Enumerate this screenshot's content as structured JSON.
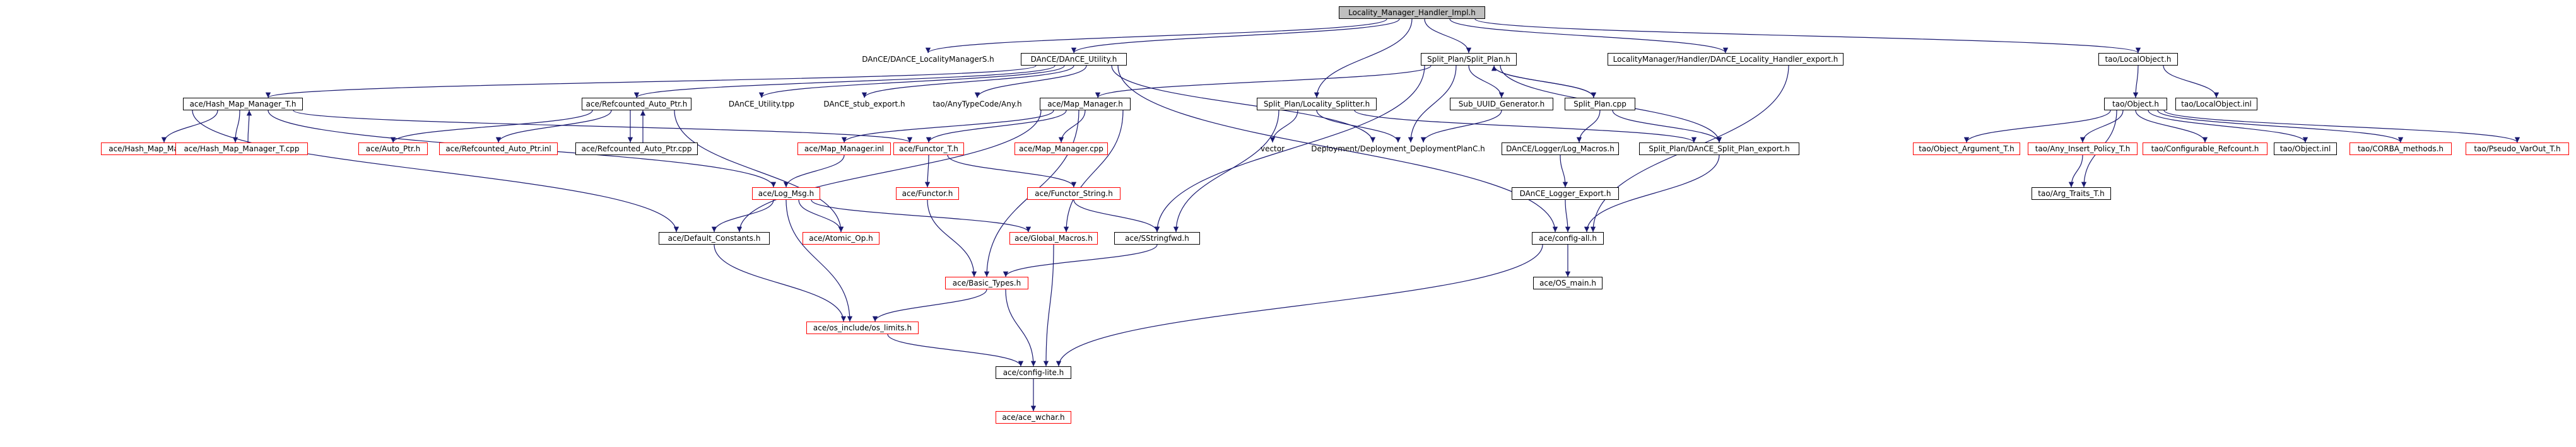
{
  "colors": {
    "edge": "#191970",
    "edge_dark": "#000080",
    "missing_border": "#ff0000",
    "root_fill": "#bfbfbf"
  },
  "nodes": {
    "root": "Locality_Manager_Handler_Impl.h",
    "lmanager_s": "DAnCE/DAnCE_LocalityManagerS.h",
    "dance_utility": "DAnCE/DAnCE_Utility.h",
    "split_plan": "Split_Plan/Split_Plan.h",
    "lm_export": "LocalityManager/Handler/DAnCE_Locality_Handler_export.h",
    "local_object": "tao/LocalObject.h",
    "hash_map_manager_t": "ace/Hash_Map_Manager_T.h",
    "refcounted_auto_ptr": "ace/Refcounted_Auto_Ptr.h",
    "dance_utility_tpp": "DAnCE_Utility.tpp",
    "dance_stub_export": "DAnCE_stub_export.h",
    "anytypecode": "tao/AnyTypeCode/Any.h",
    "map_manager": "ace/Map_Manager.h",
    "locality_splitter": "Split_Plan/Locality_Splitter.h",
    "sub_uuid": "Sub_UUID_Generator.h",
    "split_plan_cpp": "Split_Plan.cpp",
    "tao_object": "tao/Object.h",
    "local_object_inl": "tao/LocalObject.inl",
    "hash_map_manager_inl": "ace/Hash_Map_Manager_T.inl",
    "hash_map_manager_cpp": "ace/Hash_Map_Manager_T.cpp",
    "auto_ptr": "ace/Auto_Ptr.h",
    "refcounted_auto_ptr_inl": "ace/Refcounted_Auto_Ptr.inl",
    "refcounted_auto_ptr_cpp": "ace/Refcounted_Auto_Ptr.cpp",
    "map_manager_inl": "ace/Map_Manager.inl",
    "functor_t": "ace/Functor_T.h",
    "map_manager_cpp": "ace/Map_Manager.cpp",
    "vector": "vector",
    "deployment_planc": "Deployment/Deployment_DeploymentPlanC.h",
    "log_macros": "DAnCE/Logger/Log_Macros.h",
    "split_plan_export": "Split_Plan/DAnCE_Split_Plan_export.h",
    "object_argument_t": "tao/Object_Argument_T.h",
    "any_insert_policy_t": "tao/Any_Insert_Policy_T.h",
    "configurable_refcount": "tao/Configurable_Refcount.h",
    "object_inl": "tao/Object.inl",
    "corba_methods": "tao/CORBA_methods.h",
    "pseudo_varout_t": "tao/Pseudo_VarOut_T.h",
    "log_msg": "ace/Log_Msg.h",
    "functor": "ace/Functor.h",
    "functor_string": "ace/Functor_String.h",
    "dance_logger_export": "DAnCE_Logger_Export.h",
    "arg_traits_t": "tao/Arg_Traits_T.h",
    "default_constants": "ace/Default_Constants.h",
    "atomic_op": "ace/Atomic_Op.h",
    "global_macros": "ace/Global_Macros.h",
    "sstringfwd": "ace/SStringfwd.h",
    "config_all": "ace/config-all.h",
    "basic_types": "ace/Basic_Types.h",
    "os_main": "ace/OS_main.h",
    "os_limits": "ace/os_include/os_limits.h",
    "config_lite": "ace/config-lite.h",
    "ace_wchar": "ace/ace_wchar.h"
  }
}
